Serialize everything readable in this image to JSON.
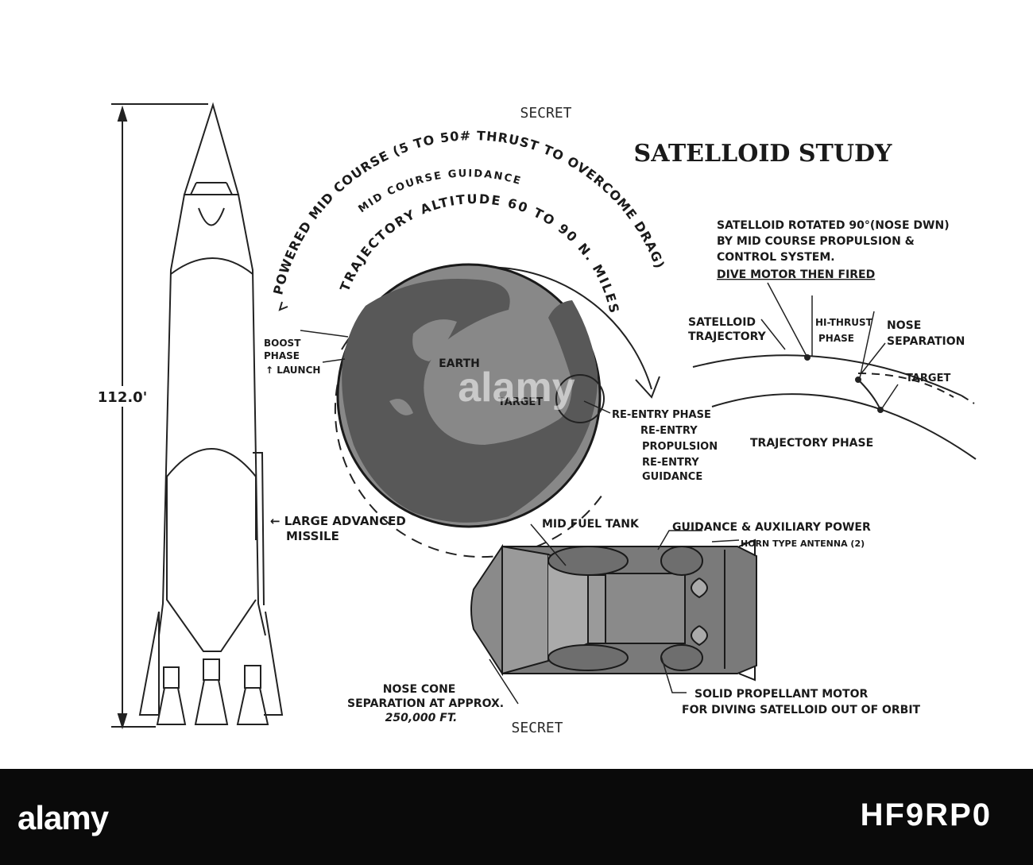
{
  "classification_top": "SECRET",
  "classification_bottom": "SECRET",
  "title": "SATELLOID STUDY",
  "missile": {
    "height_label": "112.0'",
    "caption_line1": "← LARGE ADVANCED",
    "caption_line2": "MISSILE"
  },
  "earth": {
    "powered_label": "POWERED MID COURSE (5 TO 50# THRUST TO OVERCOME DRAG)",
    "guidance_label": "MID COURSE GUIDANCE",
    "altitude_label": "TRAJECTORY ALTITUDE 60 TO 90 N. MILES",
    "earth_label": "EARTH",
    "target_label": "TARGET",
    "boost_line1": "BOOST",
    "boost_line2": "PHASE",
    "launch_label": "LAUNCH",
    "reentry_lines": [
      "RE-ENTRY PHASE",
      "RE-ENTRY",
      "PROPULSION",
      "RE-ENTRY",
      "GUIDANCE"
    ]
  },
  "trajectory": {
    "note_lines": [
      "SATELLOID ROTATED 90°(NOSE DWN)",
      "BY MID COURSE PROPULSION &",
      "CONTROL SYSTEM.",
      "DIVE MOTOR THEN FIRED"
    ],
    "satelloid_line1": "SATELLOID",
    "satelloid_line2": "TRAJECTORY",
    "hithrust_line1": "HI-THRUST",
    "hithrust_line2": "PHASE",
    "nose_line1": "NOSE",
    "nose_line2": "SEPARATION",
    "target_label": "TARGET",
    "phase_label": "TRAJECTORY PHASE"
  },
  "satelloid": {
    "fuel_tank": "MID FUEL TANK",
    "guidance": "GUIDANCE & AUXILIARY POWER",
    "antenna": "HORN TYPE ANTENNA (2)",
    "nose_cone_lines": [
      "NOSE CONE",
      "SEPARATION AT APPROX.",
      "250,000 FT."
    ],
    "motor_lines": [
      "SOLID PROPELLANT MOTOR",
      "FOR DIVING SATELLOID OUT OF ORBIT"
    ]
  },
  "footer": {
    "logo": "alamy",
    "code": "HF9RP0"
  },
  "watermark": "alamy"
}
